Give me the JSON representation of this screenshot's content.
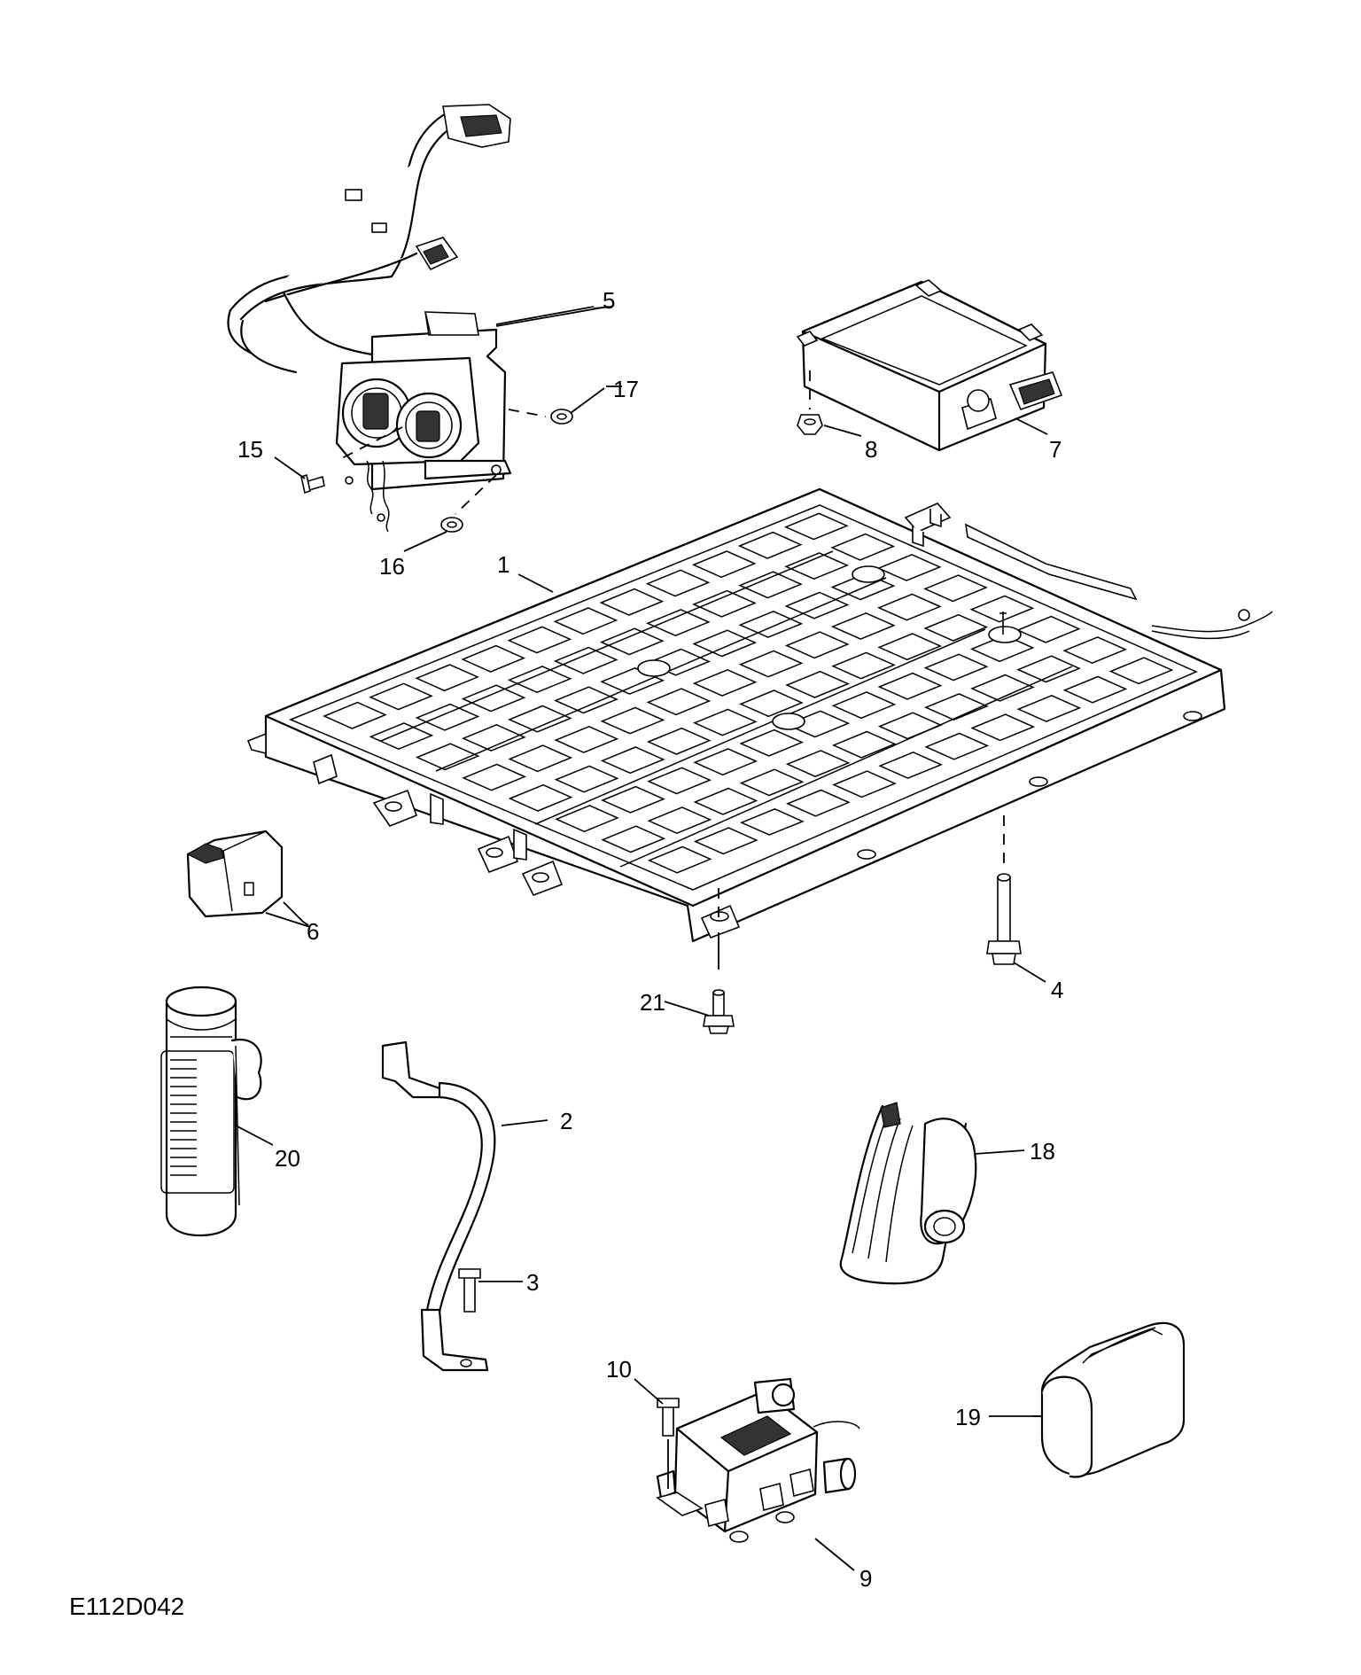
{
  "figure_id": "E112D042",
  "callouts": [
    {
      "id": "1",
      "label": "1"
    },
    {
      "id": "2",
      "label": "2"
    },
    {
      "id": "3",
      "label": "3"
    },
    {
      "id": "4",
      "label": "4"
    },
    {
      "id": "5",
      "label": "5"
    },
    {
      "id": "6",
      "label": "6"
    },
    {
      "id": "7",
      "label": "7"
    },
    {
      "id": "8",
      "label": "8"
    },
    {
      "id": "9",
      "label": "9"
    },
    {
      "id": "10",
      "label": "10"
    },
    {
      "id": "15",
      "label": "15"
    },
    {
      "id": "16",
      "label": "16"
    },
    {
      "id": "17",
      "label": "17"
    },
    {
      "id": "18",
      "label": "18"
    },
    {
      "id": "19",
      "label": "19"
    },
    {
      "id": "20",
      "label": "20"
    },
    {
      "id": "21",
      "label": "21"
    }
  ]
}
